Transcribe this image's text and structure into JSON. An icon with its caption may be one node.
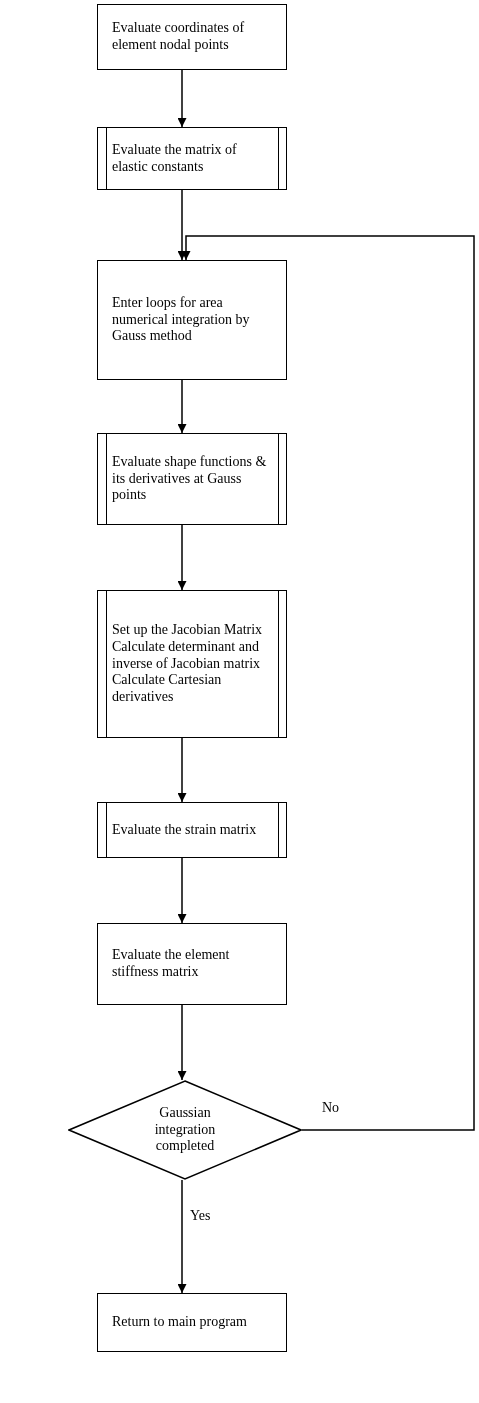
{
  "diagram": {
    "nodes": [
      {
        "text": [
          "Evaluate coordinates of element nodal points"
        ]
      },
      {
        "text": [
          "Evaluate the matrix of elastic constants"
        ]
      },
      {
        "text": [
          "Enter loops for area numerical integration by Gauss method"
        ]
      },
      {
        "text": [
          "Evaluate shape functions & its derivatives at Gauss points"
        ]
      },
      {
        "text": [
          "Set up the Jacobian Matrix",
          "Calculate determinant and inverse of Jacobian matrix",
          "Calculate Cartesian derivatives"
        ]
      },
      {
        "text": [
          "Evaluate the strain matrix"
        ]
      },
      {
        "text": [
          "Evaluate the element stiffness matrix"
        ]
      },
      {
        "text": [
          "Gaussian integration completed"
        ]
      },
      {
        "text": [
          "Return to main program"
        ]
      }
    ],
    "edges": [
      {
        "from": 0,
        "to": 1,
        "arrow": "to"
      },
      {
        "from": 1,
        "to": 2,
        "arrow": "to"
      },
      {
        "from": 2,
        "to": 3,
        "arrow": "to"
      },
      {
        "from": 3,
        "to": 4,
        "arrow": "to"
      },
      {
        "from": 4,
        "to": 5,
        "arrow": "to"
      },
      {
        "from": 5,
        "to": 6,
        "arrow": "to"
      },
      {
        "from": 6,
        "to": 7,
        "arrow": "to"
      },
      {
        "from": 7,
        "to": 8,
        "arrow": "to",
        "label": "Yes"
      },
      {
        "from": 7,
        "to": 2,
        "arrow": "to",
        "label": "No"
      }
    ]
  }
}
